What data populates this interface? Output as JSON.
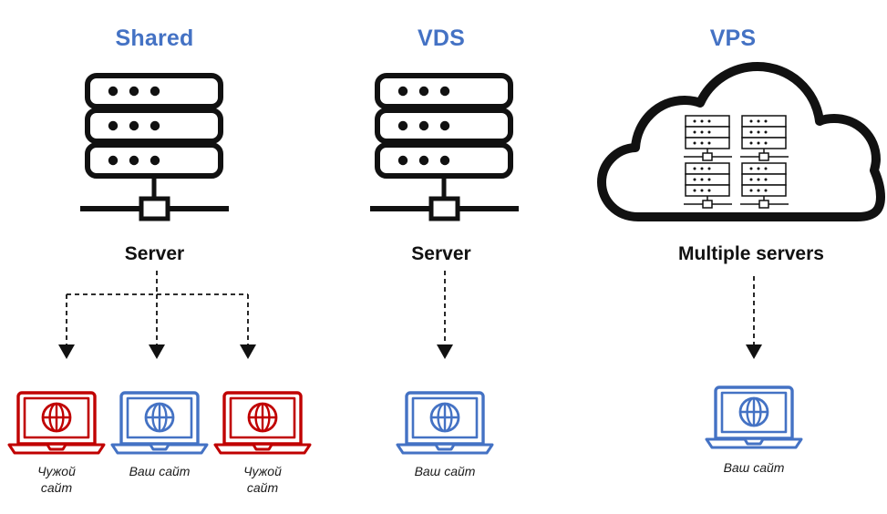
{
  "diagram": {
    "title_color": "#4472C4",
    "ink_color": "#111111",
    "own_site_color": "#4472C4",
    "foreign_site_color": "#C00000",
    "columns": [
      {
        "id": "shared",
        "title": "Shared",
        "hardware_label": "Server",
        "hardware_icon": "server-rack-icon",
        "sites": [
          {
            "caption_line1": "Чужой",
            "caption_line2": "сайт",
            "caption": "Чужой сайт",
            "color": "#C00000",
            "icon": "laptop-globe-icon"
          },
          {
            "caption_line1": "Ваш сайт",
            "caption_line2": "",
            "caption": "Ваш сайт",
            "color": "#4472C4",
            "icon": "laptop-globe-icon"
          },
          {
            "caption_line1": "Чужой",
            "caption_line2": "сайт",
            "caption": "Чужой сайт",
            "color": "#C00000",
            "icon": "laptop-globe-icon"
          }
        ]
      },
      {
        "id": "vds",
        "title": "VDS",
        "hardware_label": "Server",
        "hardware_icon": "server-rack-icon",
        "sites": [
          {
            "caption_line1": "Ваш сайт",
            "caption_line2": "",
            "caption": "Ваш сайт",
            "color": "#4472C4",
            "icon": "laptop-globe-icon"
          }
        ]
      },
      {
        "id": "vps",
        "title": "VPS",
        "hardware_label": "Multiple servers",
        "hardware_icon": "cloud-servers-icon",
        "sites": [
          {
            "caption_line1": "Ваш сайт",
            "caption_line2": "",
            "caption": "Ваш сайт",
            "color": "#4472C4",
            "icon": "laptop-globe-icon"
          }
        ]
      }
    ]
  }
}
